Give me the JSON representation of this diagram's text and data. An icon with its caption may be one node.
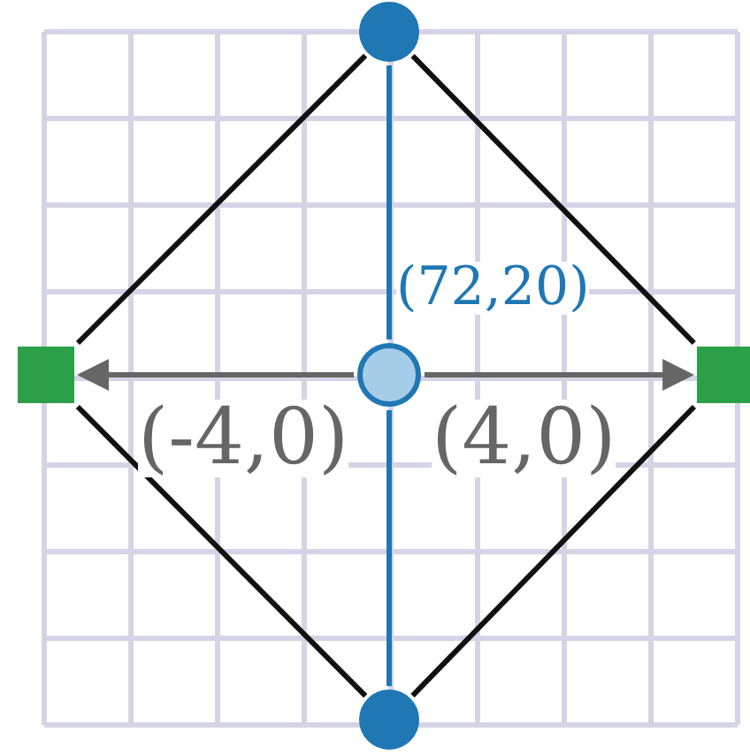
{
  "diagram": {
    "nodes": [
      {
        "text": [],
        "shape": "circle"
      },
      {
        "text": [],
        "shape": "box"
      },
      {
        "text": [],
        "shape": "circle",
        "beside": [
          "(72,20)"
        ]
      },
      {
        "text": [],
        "shape": "box"
      },
      {
        "text": [],
        "shape": "circle"
      }
    ],
    "edges": [
      {
        "from": 0,
        "to": 1,
        "arrow": "none"
      },
      {
        "from": 0,
        "to": 3,
        "arrow": "none"
      },
      {
        "from": 1,
        "to": 4,
        "arrow": "none"
      },
      {
        "from": 3,
        "to": 4,
        "arrow": "none"
      },
      {
        "from": 0,
        "to": 2,
        "arrow": "none",
        "color": "#1f77b4"
      },
      {
        "from": 2,
        "to": 4,
        "arrow": "none",
        "color": "#1f77b4"
      },
      {
        "from": 2,
        "to": 1,
        "arrow": "to",
        "label": "(-4,0)",
        "color": "#666666"
      },
      {
        "from": 2,
        "to": 3,
        "arrow": "to",
        "label": "(4,0)",
        "color": "#666666"
      }
    ]
  }
}
